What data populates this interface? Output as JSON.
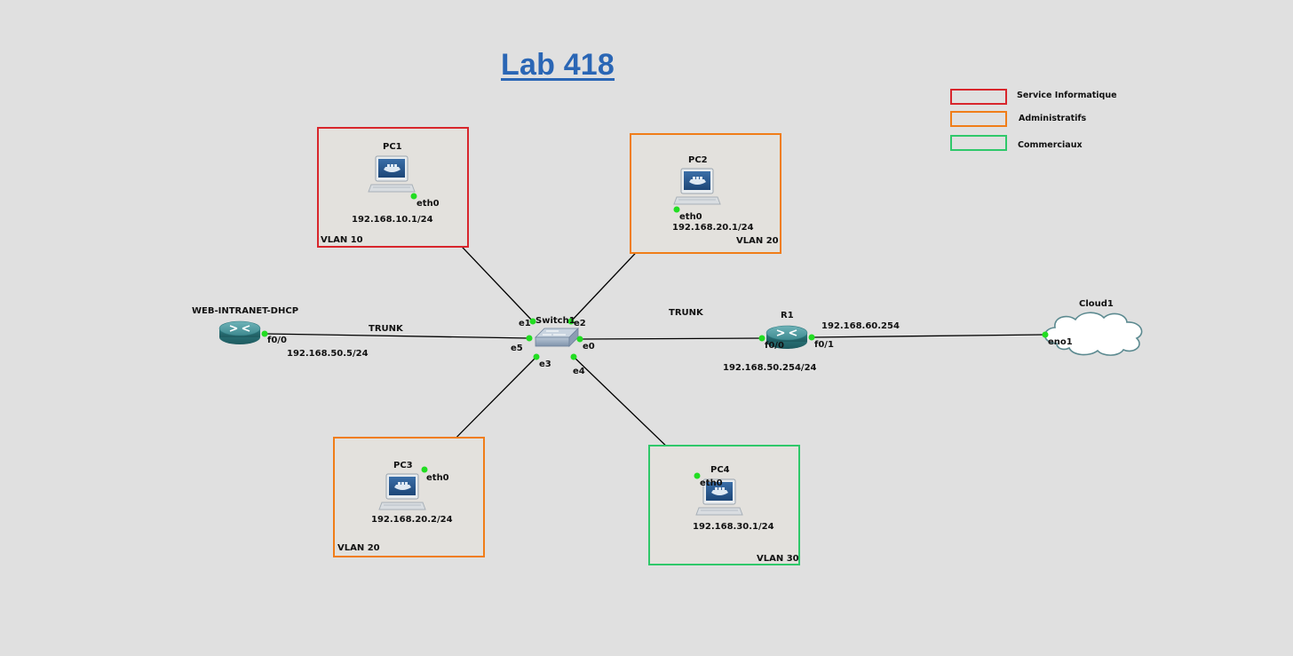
{
  "title": "Lab 418",
  "legend": [
    {
      "label": "Service Informatique",
      "color": "#d8262c"
    },
    {
      "label": "Administratifs",
      "color": "#f07d18"
    },
    {
      "label": "Commerciaux",
      "color": "#2fc86a"
    }
  ],
  "vlan_boxes": [
    {
      "label": "VLAN 10",
      "color": "#d8262c"
    },
    {
      "label": "VLAN 20",
      "color": "#f07d18"
    },
    {
      "label": "VLAN 20",
      "color": "#f07d18"
    },
    {
      "label": "VLAN 30",
      "color": "#2fc86a"
    }
  ],
  "nodes": {
    "pc1": {
      "name": "PC1",
      "iface": "eth0",
      "ip": "192.168.10.1/24",
      "icon": "docker-computer-icon"
    },
    "pc2": {
      "name": "PC2",
      "iface": "eth0",
      "ip": "192.168.20.1/24",
      "icon": "docker-computer-icon"
    },
    "pc3": {
      "name": "PC3",
      "iface": "eth0",
      "ip": "192.168.20.2/24",
      "icon": "docker-computer-icon"
    },
    "pc4": {
      "name": "PC4",
      "iface": "eth0",
      "ip": "192.168.30.1/24",
      "icon": "docker-computer-icon"
    },
    "switch1": {
      "name": "Switch1",
      "ports": [
        "e1",
        "e2",
        "e5",
        "e0",
        "e3",
        "e4"
      ],
      "icon": "switch-icon"
    },
    "web": {
      "name": "WEB-INTRANET-DHCP",
      "iface": "f0/0",
      "ip": "192.168.50.5/24",
      "icon": "router-icon"
    },
    "r1": {
      "name": "R1",
      "iface_in": "f0/0",
      "iface_out": "f0/1",
      "ip_in": "192.168.50.254/24",
      "ip_out": "192.168.60.254",
      "icon": "router-icon"
    },
    "cloud1": {
      "name": "Cloud1",
      "iface": "eno1",
      "icon": "cloud-icon"
    }
  },
  "links": {
    "web_switch": "TRUNK",
    "switch_r1": "TRUNK"
  },
  "port_color": "#22dd22"
}
